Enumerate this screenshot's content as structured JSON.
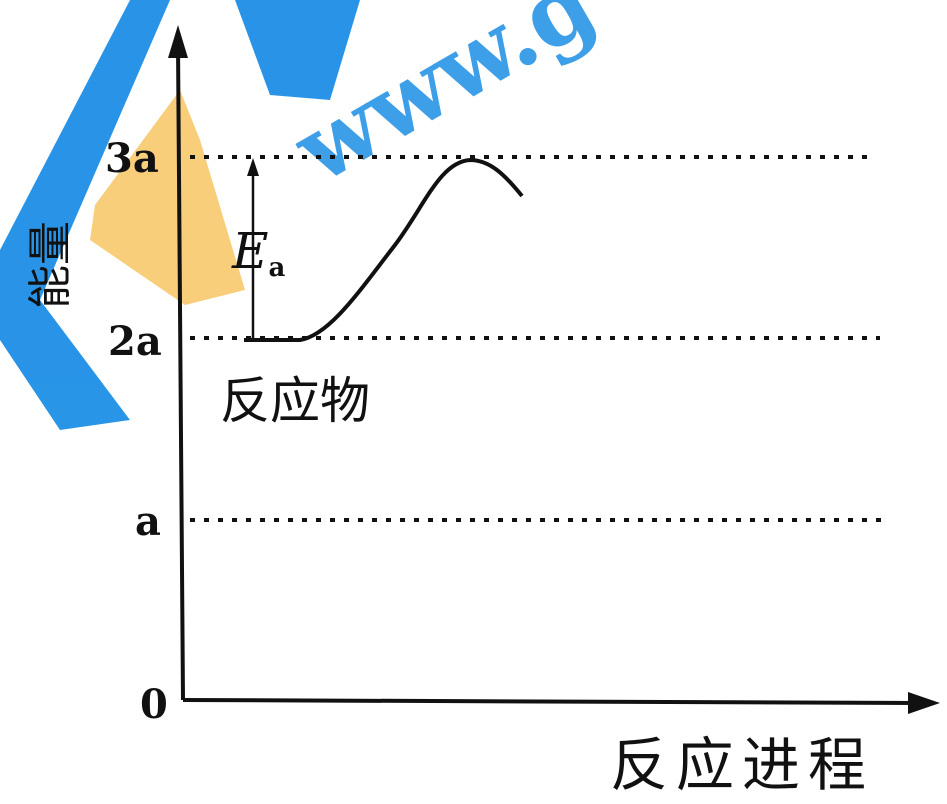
{
  "diagram": {
    "y_axis_label": "能量",
    "x_axis_label": "反应进程",
    "y_ticks": [
      {
        "label": "0",
        "value": 0
      },
      {
        "label": "a",
        "value": 1
      },
      {
        "label": "2a",
        "value": 2
      },
      {
        "label": "3a",
        "value": 3
      }
    ],
    "reactant_label": "反应物",
    "activation_energy": {
      "symbol": "E",
      "subscript": "a",
      "from": "2a",
      "to": "3a"
    },
    "dotted_levels": [
      "3a",
      "2a",
      "a"
    ]
  },
  "watermark": {
    "text_fragment": "www.g",
    "colors": {
      "blue": "#1e8fe6",
      "orange": "#f6c25c"
    }
  }
}
